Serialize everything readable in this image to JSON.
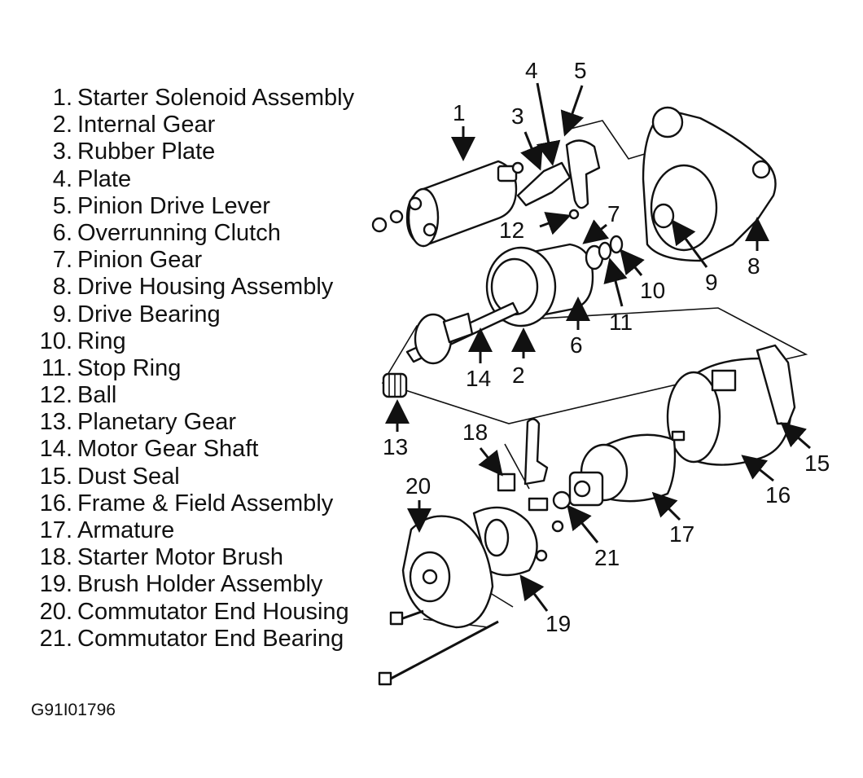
{
  "legend": [
    {
      "num": "1",
      "label": "Starter Solenoid Assembly"
    },
    {
      "num": "2",
      "label": "Internal Gear"
    },
    {
      "num": "3",
      "label": "Rubber Plate"
    },
    {
      "num": "4",
      "label": "Plate"
    },
    {
      "num": "5",
      "label": "Pinion Drive Lever"
    },
    {
      "num": "6",
      "label": "Overrunning Clutch"
    },
    {
      "num": "7",
      "label": "Pinion Gear"
    },
    {
      "num": "8",
      "label": "Drive Housing Assembly"
    },
    {
      "num": "9",
      "label": "Drive Bearing"
    },
    {
      "num": "10",
      "label": "Ring"
    },
    {
      "num": "11",
      "label": "Stop Ring"
    },
    {
      "num": "12",
      "label": "Ball"
    },
    {
      "num": "13",
      "label": "Planetary Gear"
    },
    {
      "num": "14",
      "label": "Motor Gear Shaft"
    },
    {
      "num": "15",
      "label": "Dust Seal"
    },
    {
      "num": "16",
      "label": "Frame & Field Assembly"
    },
    {
      "num": "17",
      "label": "Armature"
    },
    {
      "num": "18",
      "label": "Starter Motor Brush"
    },
    {
      "num": "19",
      "label": "Brush Holder Assembly"
    },
    {
      "num": "20",
      "label": "Commutator End Housing"
    },
    {
      "num": "21",
      "label": "Commutator End Bearing"
    }
  ],
  "callouts": [
    "1",
    "2",
    "3",
    "4",
    "5",
    "6",
    "7",
    "8",
    "9",
    "10",
    "11",
    "12",
    "13",
    "14",
    "15",
    "16",
    "17",
    "18",
    "19",
    "20",
    "21"
  ],
  "figure_id": "G91I01796"
}
